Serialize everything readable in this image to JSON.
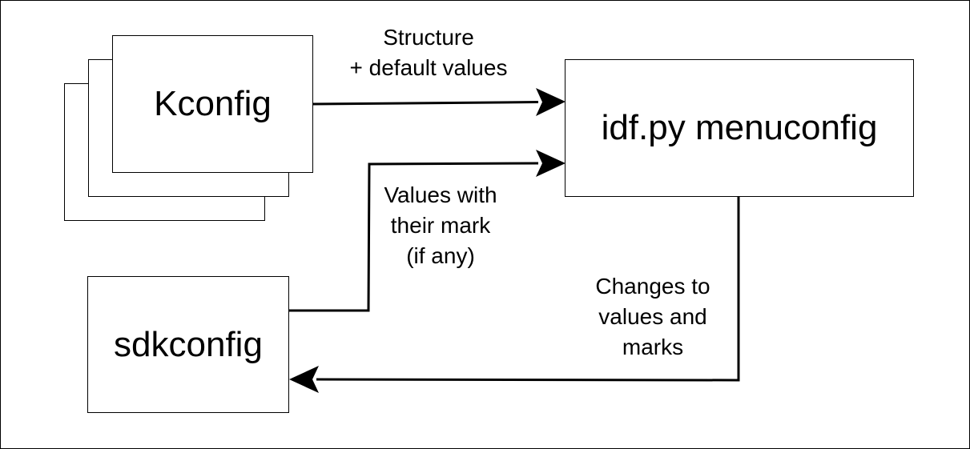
{
  "boxes": {
    "kconfig": "Kconfig",
    "menuconfig": "idf.py menuconfig",
    "sdkconfig": "sdkconfig"
  },
  "edges": {
    "kconfig_to_menuconfig": [
      "Structure",
      "+ default values"
    ],
    "sdkconfig_to_menuconfig": [
      "Values with",
      "their mark",
      "(if any)"
    ],
    "menuconfig_to_sdkconfig": [
      "Changes to",
      "values and",
      "marks"
    ]
  }
}
